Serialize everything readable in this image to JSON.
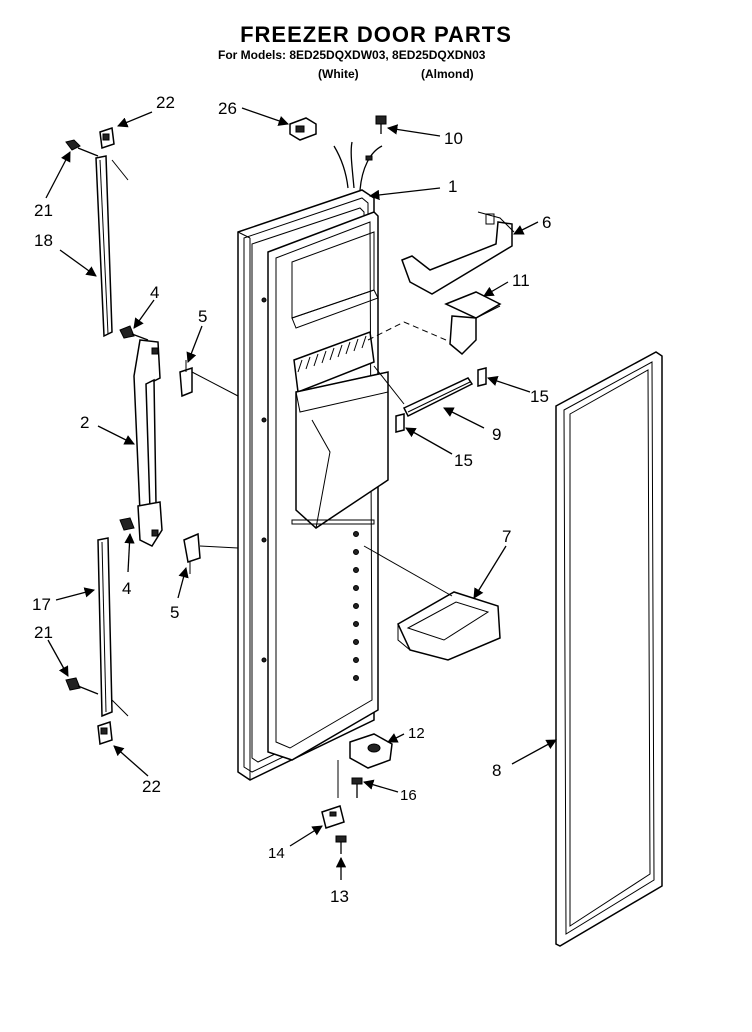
{
  "header": {
    "title": "FREEZER DOOR PARTS",
    "models_line": "For Models: 8ED25DQXDW03, 8ED25DQXDN03",
    "variant_white": "(White)",
    "variant_almond": "(Almond)"
  },
  "callouts": {
    "c1": "1",
    "c2": "2",
    "c4a": "4",
    "c4b": "4",
    "c5a": "5",
    "c5b": "5",
    "c6": "6",
    "c7": "7",
    "c8": "8",
    "c9": "9",
    "c10": "10",
    "c11": "11",
    "c12": "12",
    "c13": "13",
    "c14": "14",
    "c15a": "15",
    "c15b": "15",
    "c16": "16",
    "c17": "17",
    "c18": "18",
    "c21a": "21",
    "c21b": "21",
    "c22a": "22",
    "c22b": "22",
    "c26": "26"
  }
}
